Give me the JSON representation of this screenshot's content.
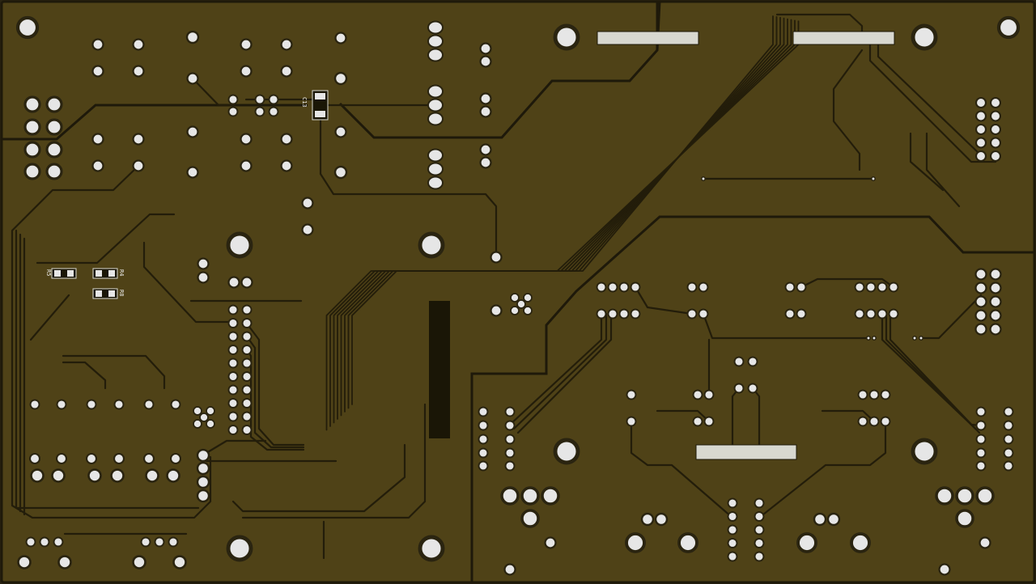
{
  "colors": {
    "substrate": "#4f4217",
    "trace": "#231d0a",
    "pad_fill": "#e6e6e6",
    "pad_ring": "#2a2410",
    "silk": "#f2f2f2",
    "header_fill": "#d8d8d0"
  },
  "labels": {
    "c13": "C13",
    "r5": "R5",
    "r4": "R4",
    "r8": "R8"
  }
}
